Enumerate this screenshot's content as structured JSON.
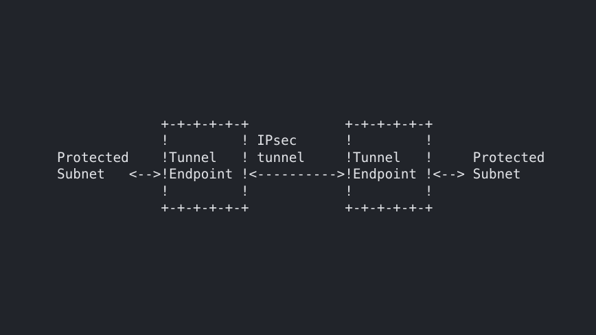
{
  "screen": {
    "background_color": "#21242a",
    "text_color": "#e2e4e8"
  },
  "diagram": {
    "lines": [
      "             +-+-+-+-+-+            +-+-+-+-+-+",
      "             !         ! IPsec      !         !",
      "Protected    !Tunnel   ! tunnel     !Tunnel   !     Protected",
      "Subnet   <-->!Endpoint !<---------->!Endpoint !<--> Subnet",
      "             !         !            !         !",
      "             +-+-+-+-+-+            +-+-+-+-+-+"
    ],
    "labels": {
      "left_subnet": "Protected Subnet",
      "left_gateway": "Tunnel Endpoint",
      "tunnel": "IPsec tunnel",
      "right_gateway": "Tunnel Endpoint",
      "right_subnet": "Protected Subnet"
    }
  }
}
